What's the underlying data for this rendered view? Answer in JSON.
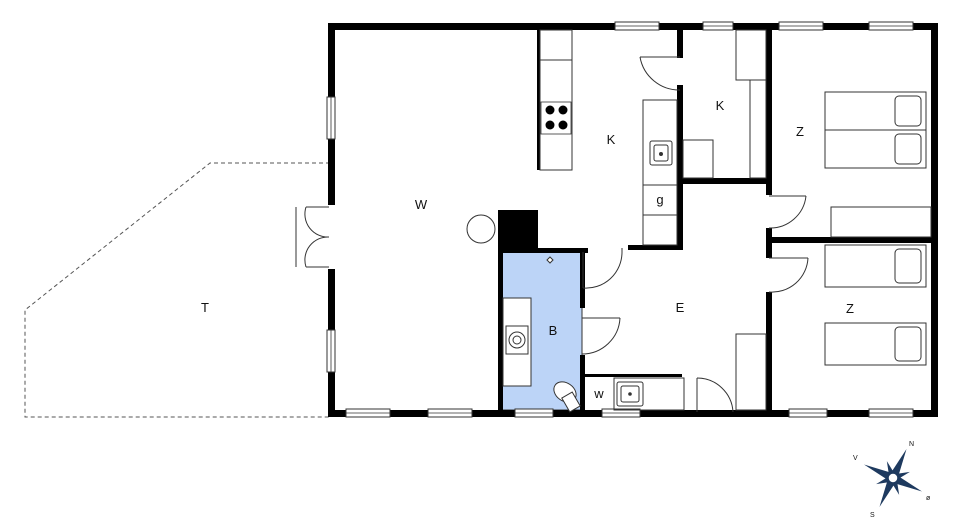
{
  "floorplan": {
    "rooms": {
      "living": "W",
      "kitchen": "K",
      "utility": "K",
      "bedroom_north": "Z",
      "bedroom_south": "Z",
      "entrance": "E",
      "bathroom": "B",
      "washroom": "w",
      "terrace": "T",
      "fridge_cabinet": "g"
    },
    "colors": {
      "wall": "#000000",
      "bathroom_fill": "#bcd4f7",
      "line": "#333333",
      "compass_fill": "#1e3a5f"
    }
  },
  "compass": {
    "north": "N",
    "south": "S",
    "east": "ø",
    "west": "V"
  }
}
